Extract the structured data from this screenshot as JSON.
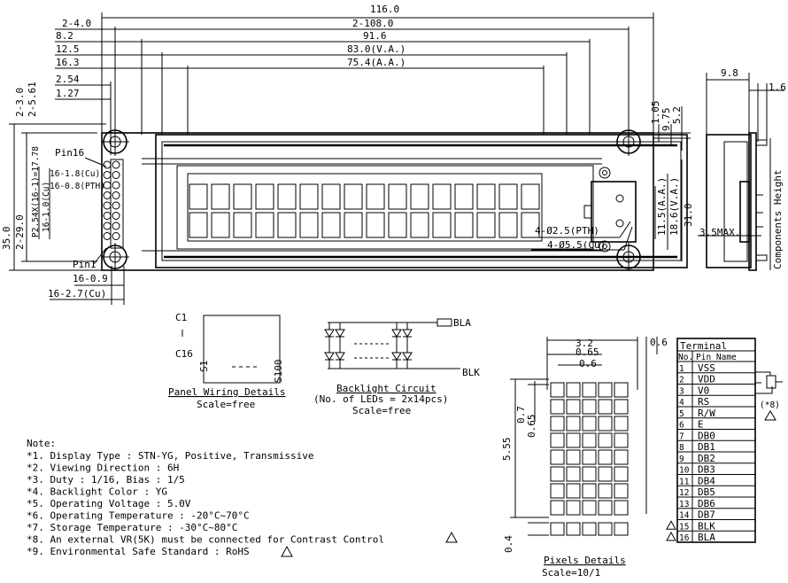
{
  "top_dims": {
    "d116": "116.0",
    "d2_4": "2-4.0",
    "d2_108": "2-108.0",
    "d8_2": "8.2",
    "d91_6": "91.6",
    "d12_5": "12.5",
    "d83va": "83.0(V.A.)",
    "d16_3": "16.3",
    "d75aa": "75.4(A.A.)",
    "d2_54": "2.54",
    "d1_27": "1.27"
  },
  "left_dims": {
    "d2_3": "2-3.0",
    "d2_5_61": "2-5.61",
    "d35": "35.0",
    "d2_29": "2-29.0",
    "p254": "P2.54X(16-1)=17.78",
    "d16_1": "16-1.0(Cu)",
    "d16_08": "16-0.8(PTH)",
    "d16_18": "16-1.8(Cu)",
    "pin16": "Pin16",
    "pin1": "Pin1",
    "d16_09": "16-0.9",
    "d16_27": "16-2.7(Cu)"
  },
  "right_dims": {
    "d1_05": "1.05",
    "d9_75": "9.75",
    "d5_2": "5.2",
    "d11_5aa": "11.5(A.A.)",
    "d18_6va": "18.6(V.A.)",
    "d31": "31.0",
    "hole_pth": "4-Ø2.5(PTH)",
    "hole_cu": "4-Ø5.5(Cu)"
  },
  "side_dims": {
    "d9_8": "9.8",
    "d1_6": "1.6",
    "comp_height": "Components Height",
    "d3_5max": "3.5MAX."
  },
  "panel_wiring": {
    "c1": "C1",
    "c16": "C16",
    "s1": "S1",
    "s100": "S100",
    "title": "Panel Wiring Details",
    "scale": "Scale=free"
  },
  "backlight": {
    "bla": "BLA",
    "blk": "BLK",
    "title": "Backlight Circuit",
    "leds": "(No. of LEDs = 2x14pcs)",
    "scale": "Scale=free"
  },
  "pixels": {
    "d3_2": "3.2",
    "d0_65a": "0.65",
    "d0_6a": "0.6",
    "d0_6b": "0.6",
    "d0_7": "0.7",
    "d0_65b": "0.65",
    "d5_55": "5.55",
    "d0_4": "0.4",
    "title": "Pixels Details",
    "scale": "Scale=10/1"
  },
  "terminal": {
    "title": "Terminal",
    "col_no": "No.",
    "col_pin": "Pin Name",
    "rows": [
      [
        "1",
        "VSS"
      ],
      [
        "2",
        "VDD"
      ],
      [
        "3",
        "V0"
      ],
      [
        "4",
        "RS"
      ],
      [
        "5",
        "R/W"
      ],
      [
        "6",
        "E"
      ],
      [
        "7",
        "DB0"
      ],
      [
        "8",
        "DB1"
      ],
      [
        "9",
        "DB2"
      ],
      [
        "10",
        "DB3"
      ],
      [
        "11",
        "DB4"
      ],
      [
        "12",
        "DB5"
      ],
      [
        "13",
        "DB6"
      ],
      [
        "14",
        "DB7"
      ],
      [
        "15",
        "BLK"
      ],
      [
        "16",
        "BLA"
      ]
    ],
    "vr_note": "(*8)"
  },
  "notes": {
    "heading": "Note:",
    "items": [
      "*1. Display Type : STN-YG, Positive, Transmissive",
      "*2. Viewing Direction : 6H",
      "*3. Duty : 1/16, Bias : 1/5",
      "*4. Backlight Color : YG",
      "*5. Operating Voltage : 5.0V",
      "*6. Operating Temperature : -20°C~70°C",
      "*7. Storage Temperature : -30°C~80°C",
      "*8. An external VR(5K) must be connected for Contrast Control",
      "*9. Environmental Safe Standard : RoHS"
    ]
  }
}
